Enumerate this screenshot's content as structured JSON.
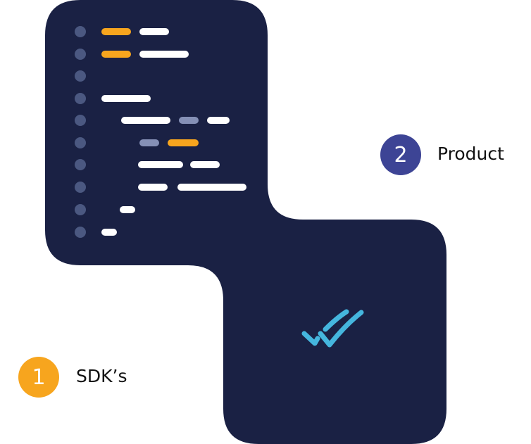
{
  "colors": {
    "panel": "#1A2144",
    "dot": "#4B5881",
    "white": "#FFFFFF",
    "orange": "#F7A51E",
    "gray": "#8590B6",
    "check": "#45B6DE",
    "badge1": "#F7A51E",
    "badge2": "#3D4495"
  },
  "steps": [
    {
      "number": "1",
      "label": "SDK’s"
    },
    {
      "number": "2",
      "label": "Product"
    }
  ],
  "icons": {
    "checkmark": "double-check-icon"
  }
}
